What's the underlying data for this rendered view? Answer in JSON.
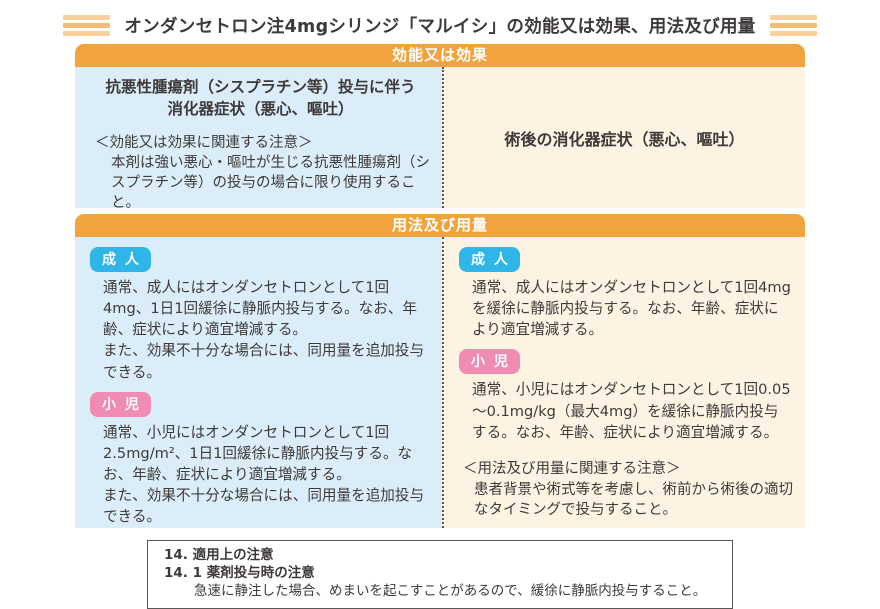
{
  "page": {
    "title": "オンダンセトロン注4mgシリンジ「マルイシ」の効能又は効果、用法及び用量"
  },
  "colors": {
    "header_orange": "#F1A43E",
    "column_blue": "#DBEDF8",
    "column_cream": "#FCF3E2",
    "adult_badge_blue": "#2FB5E8",
    "child_badge_pink": "#F08CB2",
    "stripe_orange": "#F3BC74",
    "text_dark": "#3E3A39"
  },
  "section_indication": {
    "header": "効能又は効果",
    "left": {
      "heading_line1": "抗悪性腫瘍剤（シスプラチン等）投与に伴う",
      "heading_line2": "消化器症状（悪心、嘔吐）",
      "note_title": "＜効能又は効果に関連する注意＞",
      "note_body": "本剤は強い悪心・嘔吐が生じる抗悪性腫瘍剤（シスプラチン等）の投与の場合に限り使用すること。"
    },
    "right": {
      "heading": "術後の消化器症状（悪心、嘔吐）"
    }
  },
  "section_dosage": {
    "header": "用法及び用量",
    "left": {
      "adult_label": "成 人",
      "adult_text1": "通常、成人にはオンダンセトロンとして1回4mg、1日1回緩徐に静脈内投与する。なお、年齢、症状により適宜増減する。",
      "adult_text2": "また、効果不十分な場合には、同用量を追加投与できる。",
      "child_label": "小 児",
      "child_text1": "通常、小児にはオンダンセトロンとして1回2.5mg/m²、1日1回緩徐に静脈内投与する。なお、年齢、症状により適宜増減する。",
      "child_text2": "また、効果不十分な場合には、同用量を追加投与できる。"
    },
    "right": {
      "adult_label": "成 人",
      "adult_text1": "通常、成人にはオンダンセトロンとして1回4mgを緩徐に静脈内投与する。なお、年齢、症状により適宜増減する。",
      "child_label": "小 児",
      "child_text1": "通常、小児にはオンダンセトロンとして1回0.05～0.1mg/kg（最大4mg）を緩徐に静脈内投与する。なお、年齢、症状により適宜増減する。",
      "note_title": "＜用法及び用量に関連する注意＞",
      "note_body": "患者背景や術式等を考慮し、術前から術後の適切なタイミングで投与すること。"
    }
  },
  "footnote_box": {
    "line1": "14. 適用上の注意",
    "line2": "14. 1 薬剤投与時の注意",
    "line3": "急速に静注した場合、めまいを起こすことがあるので、緩徐に静脈内投与すること。"
  }
}
